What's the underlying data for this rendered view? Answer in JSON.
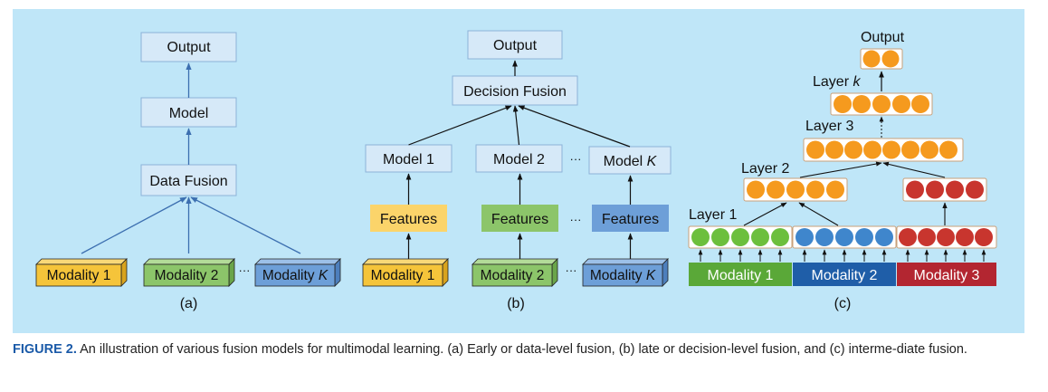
{
  "colors": {
    "panel": "#bfe6f8",
    "box_fill": "#d6e9f8",
    "box_stroke": "#8cb3d9",
    "arrow": "#3c6fb0",
    "modality_yellow": "#f5c43a",
    "modality_green": "#8cc56a",
    "modality_blue": "#6d9fd8",
    "features_yellow": "#fbd46a",
    "features_green": "#8cc56a",
    "features_blue": "#6d9fd8",
    "node_green": "#6cbf3d",
    "node_blue": "#3f86cc",
    "node_red": "#c8352e",
    "node_orange": "#f59a1e",
    "label_green": "#5aa838",
    "label_blue": "#1f5ea8",
    "label_red": "#b32631",
    "caption_title": "#1a5aa8"
  },
  "panel_a": {
    "output": "Output",
    "model": "Model",
    "fusion": "Data Fusion",
    "modality_1": "Modality 1",
    "modality_2": "Modality 2",
    "modality_k_prefix": "Modality ",
    "modality_k_var": "K",
    "dots": "···",
    "label": "(a)"
  },
  "panel_b": {
    "output": "Output",
    "fusion": "Decision Fusion",
    "model_1": "Model 1",
    "model_2": "Model 2",
    "model_k_prefix": "Model ",
    "model_k_var": "K",
    "features": "Features",
    "modality_1": "Modality 1",
    "modality_2": "Modality 2",
    "modality_k_prefix": "Modality ",
    "modality_k_var": "K",
    "dots": "···",
    "label": "(b)"
  },
  "panel_c": {
    "output": "Output",
    "layer_k_prefix": "Layer ",
    "layer_k_var": "k",
    "layer_3": "Layer 3",
    "layer_2": "Layer 2",
    "layer_1": "Layer 1",
    "modality_1": "Modality 1",
    "modality_2": "Modality 2",
    "modality_3": "Modality 3",
    "label": "(c)"
  },
  "caption": {
    "title": "FIGURE 2.",
    "text": " An illustration of various fusion models for multimodal learning. (a) Early or data-level fusion, (b) late or decision-level fusion, and (c) interme-diate fusion."
  }
}
